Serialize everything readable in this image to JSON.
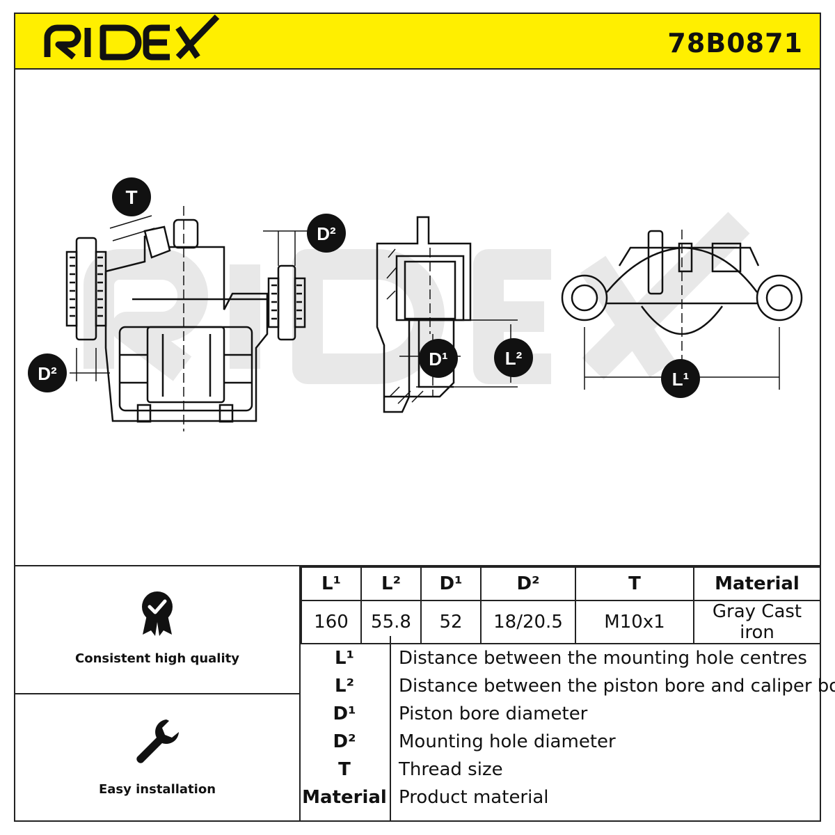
{
  "header": {
    "brand": "RIDEX",
    "part_number": "78B0871"
  },
  "diagram": {
    "labels": {
      "t": "T",
      "d2_top": "D²",
      "d2_left": "D²",
      "d1": "D¹",
      "l2": "L²",
      "l1": "L¹"
    },
    "watermark": "RIDEX"
  },
  "features": [
    {
      "label": "Consistent high quality",
      "icon": "quality-badge-icon"
    },
    {
      "label": "Easy installation",
      "icon": "wrench-icon"
    }
  ],
  "specs": {
    "headers": [
      "L¹",
      "L²",
      "D¹",
      "D²",
      "T",
      "Material"
    ],
    "values": [
      "160",
      "55.8",
      "52",
      "18/20.5",
      "M10x1",
      "Gray Cast iron"
    ]
  },
  "legend": [
    {
      "key": "L¹",
      "desc": "Distance between the mounting hole centres"
    },
    {
      "key": "L²",
      "desc": "Distance between the piston bore and caliper body"
    },
    {
      "key": "D¹",
      "desc": "Piston bore diameter"
    },
    {
      "key": "D²",
      "desc": "Mounting hole diameter"
    },
    {
      "key": "T",
      "desc": "Thread size"
    },
    {
      "key": "Material",
      "desc": "Product material"
    }
  ],
  "colors": {
    "header_bg": "#ffef00",
    "ink": "#111111",
    "watermark": "#e6e6e6"
  }
}
